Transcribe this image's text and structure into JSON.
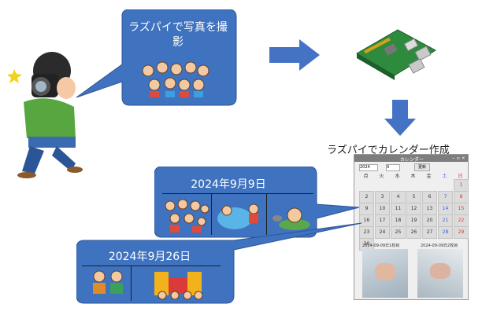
{
  "top_callout": {
    "text": "ラズパイで写真を撮影"
  },
  "calendar_caption": "ラズパイでカレンダー作成",
  "callout_sep9": {
    "date": "2024年9月9日"
  },
  "callout_sep26": {
    "date": "2024年9月26日"
  },
  "calendar_window": {
    "title": "カレンダー",
    "year": "2024",
    "month": "9",
    "update_label": "更新",
    "weekdays": [
      "月",
      "火",
      "水",
      "木",
      "金",
      "土",
      "日"
    ],
    "rows": [
      [
        "",
        "",
        "",
        "",
        "",
        "",
        "1"
      ],
      [
        "2",
        "3",
        "4",
        "5",
        "6",
        "7",
        "8"
      ],
      [
        "9",
        "10",
        "11",
        "12",
        "13",
        "14",
        "15"
      ],
      [
        "16",
        "17",
        "18",
        "19",
        "20",
        "21",
        "22"
      ],
      [
        "23",
        "24",
        "25",
        "26",
        "27",
        "28",
        "29"
      ],
      [
        "30",
        "",
        "",
        "",
        "",
        "",
        ""
      ]
    ],
    "photo_captions": [
      "2024-09-09日1枚目",
      "2024-09-09日2枚目"
    ]
  },
  "colors": {
    "callout_blue": "#3f72bf",
    "arrow_blue": "#4472c4",
    "saturday": "#3a5fd9",
    "sunday": "#d93a3a"
  }
}
